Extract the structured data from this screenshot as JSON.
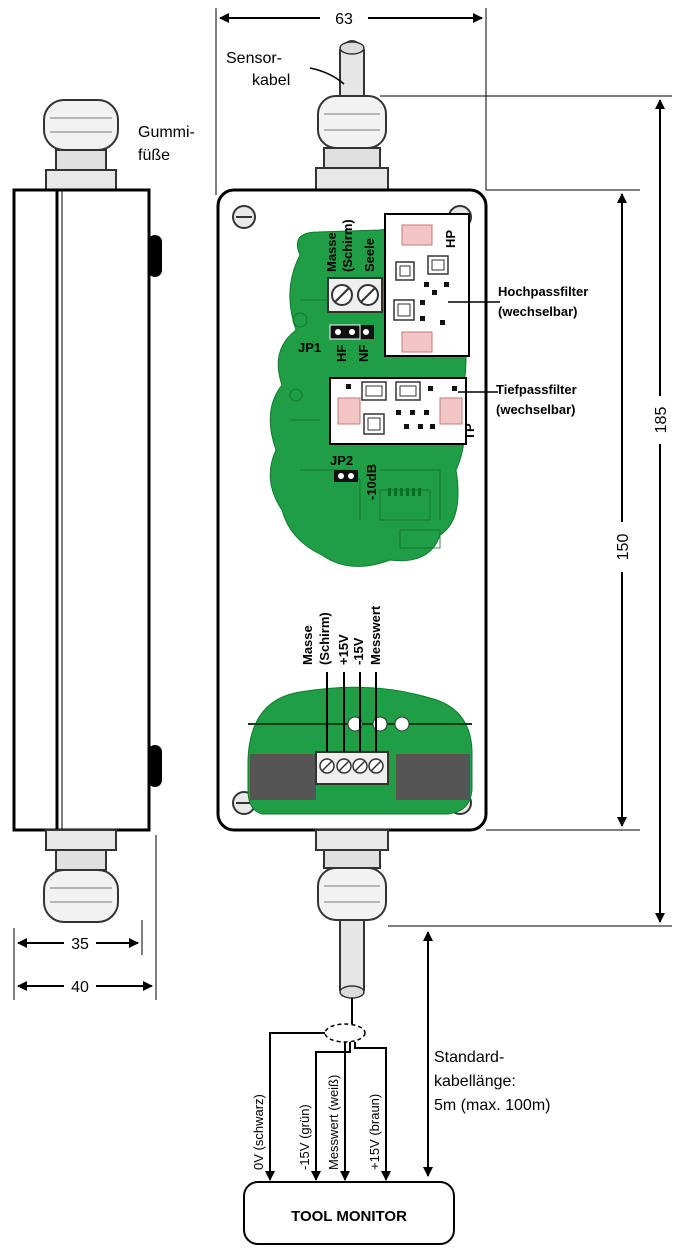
{
  "side_view": {
    "feet_label_1": "Gummi-",
    "feet_label_2": "füße",
    "dim_inner": "35",
    "dim_outer": "40"
  },
  "front_view": {
    "dim_width": "63",
    "sensor_cable_1": "Sensor-",
    "sensor_cable_2": "kabel",
    "terminal_shield": "Masse",
    "terminal_shield_paren": "(Schirm)",
    "terminal_core": "Seele",
    "hp": "HP",
    "highpass_1": "Hochpassfilter",
    "highpass_2": "(wechselbar)",
    "jp1": "JP1",
    "hf": "HF",
    "nf": "NF",
    "tp": "TP",
    "lowpass_1": "Tiefpassfilter",
    "lowpass_2": "(wechselbar)",
    "jp2": "JP2",
    "attenuation": "-10dB",
    "out_ground": "Masse",
    "out_shield": "(Schirm)",
    "out_plus15": "+15V",
    "out_minus15": "-15V",
    "out_value": "Messwert",
    "dim_inner_height": "150",
    "dim_total_height": "185"
  },
  "wiring": {
    "wire_0v": "0V (schwarz)",
    "wire_minus15v": "-15V (grün)",
    "wire_value": "Messwert (weiß)",
    "wire_plus15v": "+15V (braun)",
    "cable_length_1": "Standard-",
    "cable_length_2": "kabellänge:",
    "cable_length_3": "5m (max. 100m)",
    "tool_monitor": "TOOL MONITOR"
  }
}
